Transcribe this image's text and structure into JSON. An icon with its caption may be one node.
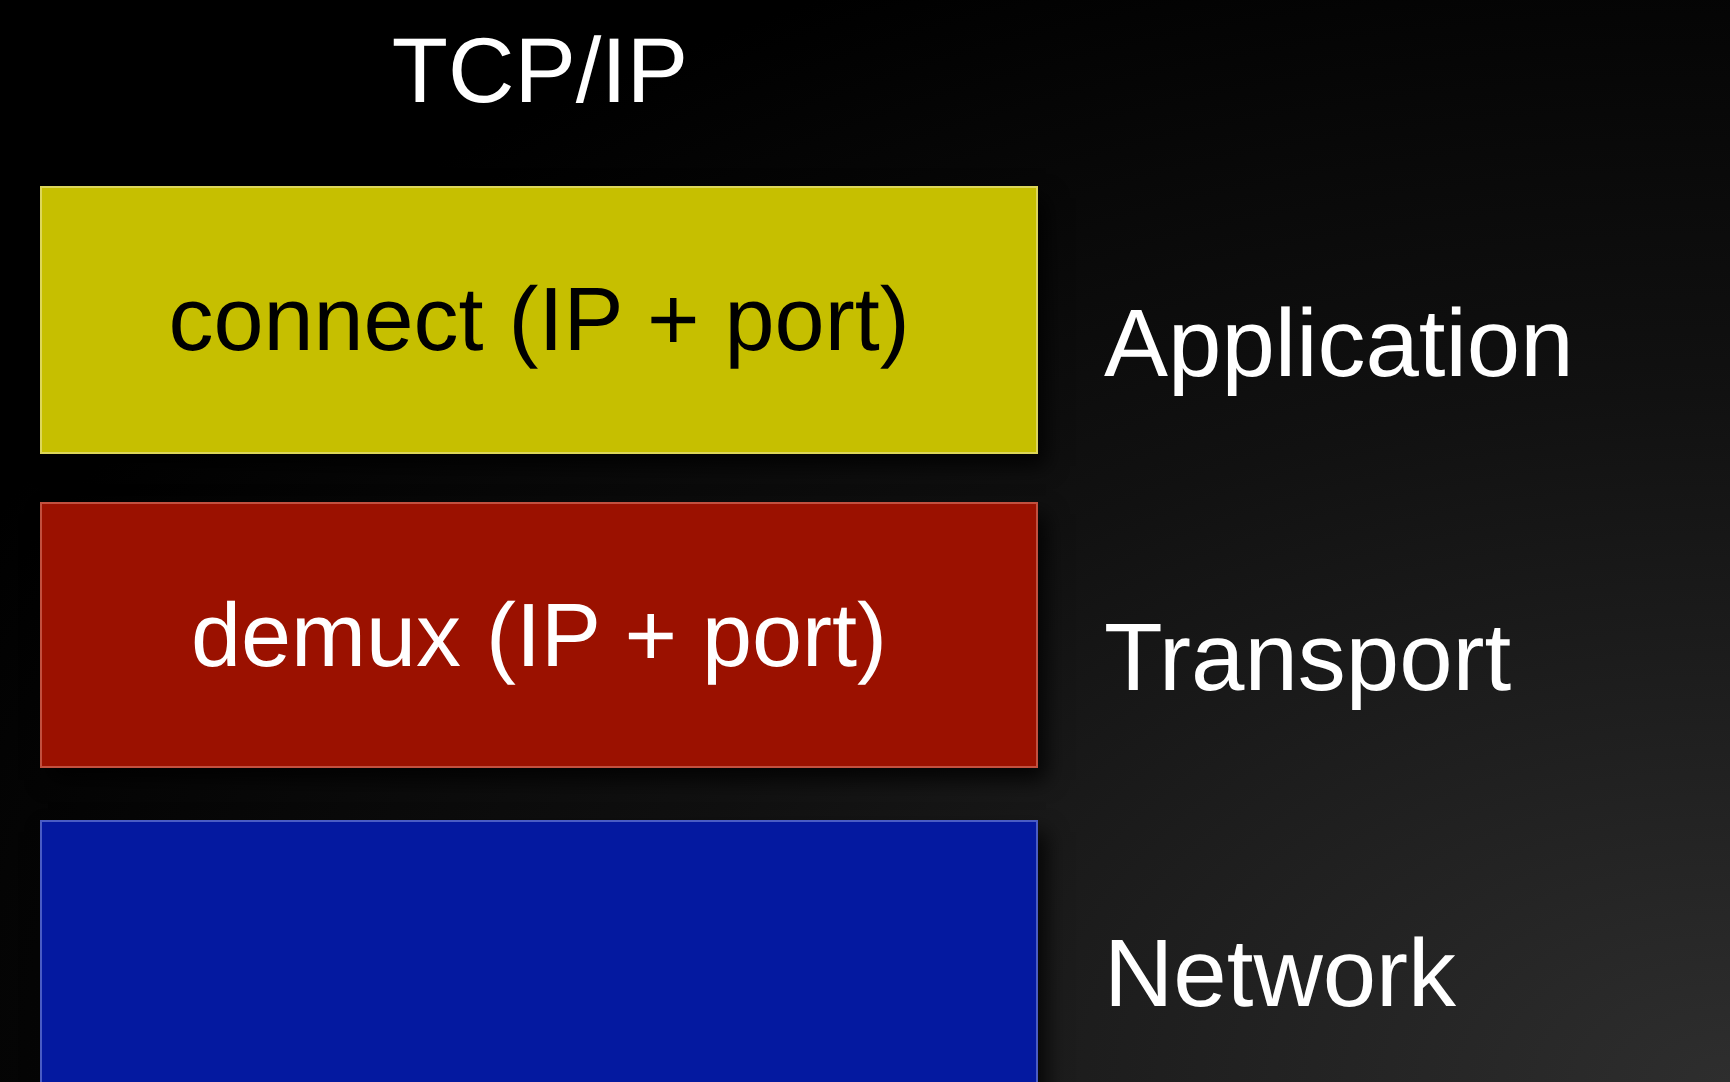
{
  "diagram": {
    "title": "TCP/IP",
    "nodes": [
      {
        "text": [
          "connect (IP + port)"
        ],
        "beside": [
          "Application"
        ]
      },
      {
        "text": [
          "demux (IP + port)"
        ],
        "beside": [
          "Transport"
        ]
      },
      {
        "text": [],
        "shape": "box",
        "beside": [
          "Network"
        ]
      }
    ]
  }
}
